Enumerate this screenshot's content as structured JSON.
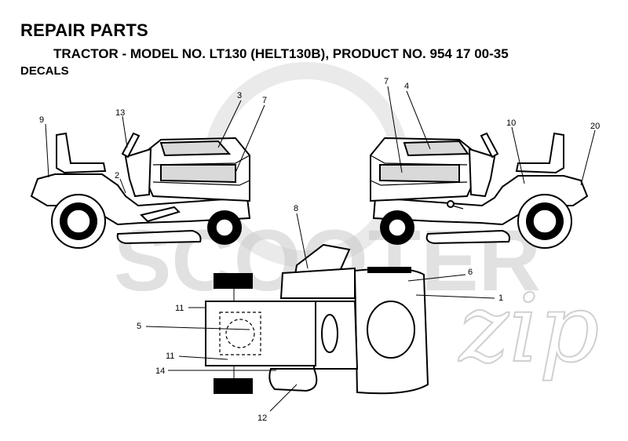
{
  "header": {
    "title": "REPAIR PARTS",
    "subtitle": "TRACTOR - MODEL NO. LT130 (HELT130B), PRODUCT NO. 954 17 00-35",
    "section": "DECALS"
  },
  "watermark": {
    "brand_text": "SCOOTER",
    "script_text": "zip"
  },
  "callouts": {
    "left_tractor": [
      "9",
      "13",
      "3",
      "7",
      "2"
    ],
    "right_tractor": [
      "7",
      "4",
      "10",
      "20"
    ],
    "top_view": [
      "8",
      "6",
      "1",
      "11",
      "5",
      "11",
      "14",
      "12"
    ]
  },
  "colors": {
    "line": "#000000",
    "decal_fill": "#d9d9d9",
    "watermark": "#c9c9c9"
  }
}
